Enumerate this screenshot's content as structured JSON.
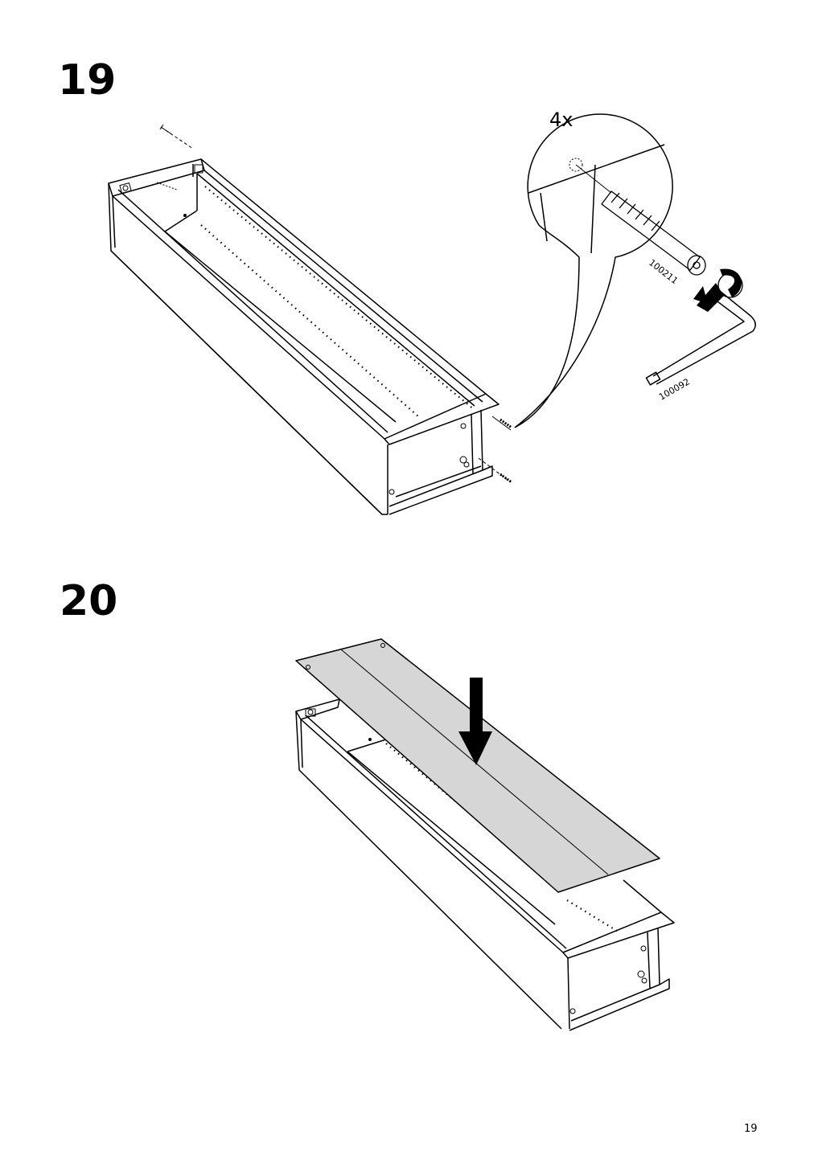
{
  "steps": [
    {
      "number": "19",
      "quantity": "4x",
      "screw_part": "100211",
      "key_part": "100092"
    },
    {
      "number": "20"
    }
  ],
  "page_number": "19"
}
